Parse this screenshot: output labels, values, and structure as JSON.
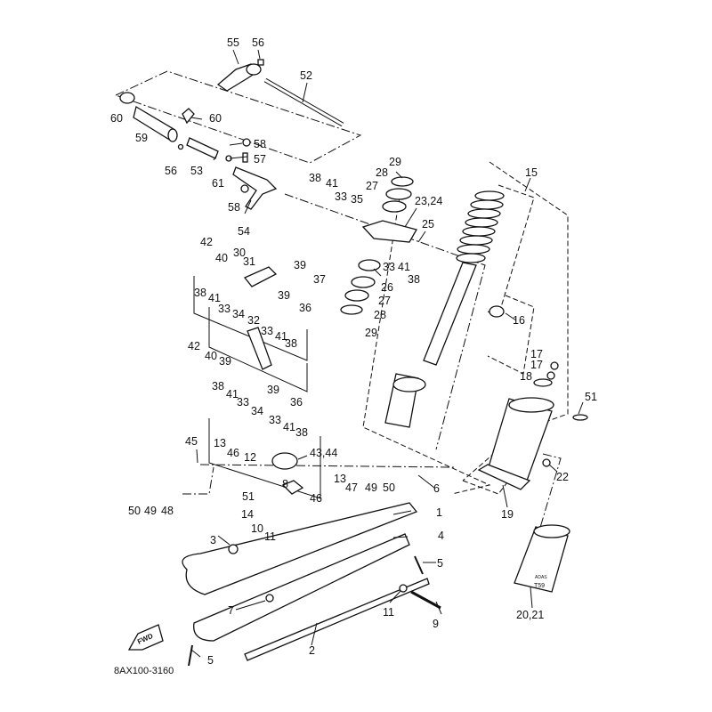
{
  "diagram": {
    "type": "exploded-parts-diagram",
    "subject": "Snowmobile front suspension / ski assembly",
    "drawing_code": "8AX100-3160",
    "direction_marker": "FWD",
    "tube_marking_lines": [
      "ADAS",
      "T59"
    ],
    "callouts": [
      {
        "id": "55",
        "label": "55"
      },
      {
        "id": "56a",
        "label": "56"
      },
      {
        "id": "52",
        "label": "52"
      },
      {
        "id": "60a",
        "label": "60"
      },
      {
        "id": "60b",
        "label": "60"
      },
      {
        "id": "59",
        "label": "59"
      },
      {
        "id": "58a",
        "label": "58"
      },
      {
        "id": "57",
        "label": "57"
      },
      {
        "id": "56b",
        "label": "56"
      },
      {
        "id": "53",
        "label": "53"
      },
      {
        "id": "61",
        "label": "61"
      },
      {
        "id": "58b",
        "label": "58"
      },
      {
        "id": "54",
        "label": "54"
      },
      {
        "id": "29a",
        "label": "29"
      },
      {
        "id": "28a",
        "label": "28"
      },
      {
        "id": "27a",
        "label": "27"
      },
      {
        "id": "23_24",
        "label": "23,24"
      },
      {
        "id": "38a",
        "label": "38"
      },
      {
        "id": "41a",
        "label": "41"
      },
      {
        "id": "33a",
        "label": "33"
      },
      {
        "id": "35",
        "label": "35"
      },
      {
        "id": "25",
        "label": "25"
      },
      {
        "id": "33b",
        "label": "33"
      },
      {
        "id": "41b",
        "label": "41"
      },
      {
        "id": "38b",
        "label": "38"
      },
      {
        "id": "26",
        "label": "26"
      },
      {
        "id": "27b",
        "label": "27"
      },
      {
        "id": "28b",
        "label": "28"
      },
      {
        "id": "29b",
        "label": "29"
      },
      {
        "id": "15",
        "label": "15"
      },
      {
        "id": "16",
        "label": "16"
      },
      {
        "id": "17a",
        "label": "17"
      },
      {
        "id": "17b",
        "label": "17"
      },
      {
        "id": "18",
        "label": "18"
      },
      {
        "id": "51a",
        "label": "51"
      },
      {
        "id": "22",
        "label": "22"
      },
      {
        "id": "19",
        "label": "19"
      },
      {
        "id": "20_21",
        "label": "20,21"
      },
      {
        "id": "42a",
        "label": "42"
      },
      {
        "id": "40a",
        "label": "40"
      },
      {
        "id": "30",
        "label": "30"
      },
      {
        "id": "31",
        "label": "31"
      },
      {
        "id": "39a",
        "label": "39"
      },
      {
        "id": "37",
        "label": "37"
      },
      {
        "id": "39b",
        "label": "39"
      },
      {
        "id": "36a",
        "label": "36"
      },
      {
        "id": "38c",
        "label": "38"
      },
      {
        "id": "41c",
        "label": "41"
      },
      {
        "id": "33c",
        "label": "33"
      },
      {
        "id": "34a",
        "label": "34"
      },
      {
        "id": "32",
        "label": "32"
      },
      {
        "id": "33d",
        "label": "33"
      },
      {
        "id": "41d",
        "label": "41"
      },
      {
        "id": "38d",
        "label": "38"
      },
      {
        "id": "42b",
        "label": "42"
      },
      {
        "id": "40b",
        "label": "40"
      },
      {
        "id": "39c",
        "label": "39"
      },
      {
        "id": "39d",
        "label": "39"
      },
      {
        "id": "36b",
        "label": "36"
      },
      {
        "id": "38e",
        "label": "38"
      },
      {
        "id": "41e",
        "label": "41"
      },
      {
        "id": "33e",
        "label": "33"
      },
      {
        "id": "34b",
        "label": "34"
      },
      {
        "id": "33f",
        "label": "33"
      },
      {
        "id": "41f",
        "label": "41"
      },
      {
        "id": "38f",
        "label": "38"
      },
      {
        "id": "13a",
        "label": "13"
      },
      {
        "id": "46a",
        "label": "46"
      },
      {
        "id": "12",
        "label": "12"
      },
      {
        "id": "45",
        "label": "45"
      },
      {
        "id": "43_44",
        "label": "43,44"
      },
      {
        "id": "47",
        "label": "47"
      },
      {
        "id": "49a",
        "label": "49"
      },
      {
        "id": "50a",
        "label": "50"
      },
      {
        "id": "6",
        "label": "6"
      },
      {
        "id": "13b",
        "label": "13"
      },
      {
        "id": "46b",
        "label": "46"
      },
      {
        "id": "8",
        "label": "8"
      },
      {
        "id": "51b",
        "label": "51"
      },
      {
        "id": "50b",
        "label": "50"
      },
      {
        "id": "49b",
        "label": "49"
      },
      {
        "id": "48",
        "label": "48"
      },
      {
        "id": "14",
        "label": "14"
      },
      {
        "id": "10",
        "label": "10"
      },
      {
        "id": "11a",
        "label": "11"
      },
      {
        "id": "1",
        "label": "1"
      },
      {
        "id": "4",
        "label": "4"
      },
      {
        "id": "3",
        "label": "3"
      },
      {
        "id": "5a",
        "label": "5"
      },
      {
        "id": "7",
        "label": "7"
      },
      {
        "id": "11b",
        "label": "11"
      },
      {
        "id": "9",
        "label": "9"
      },
      {
        "id": "2",
        "label": "2"
      },
      {
        "id": "5b",
        "label": "5"
      }
    ]
  }
}
